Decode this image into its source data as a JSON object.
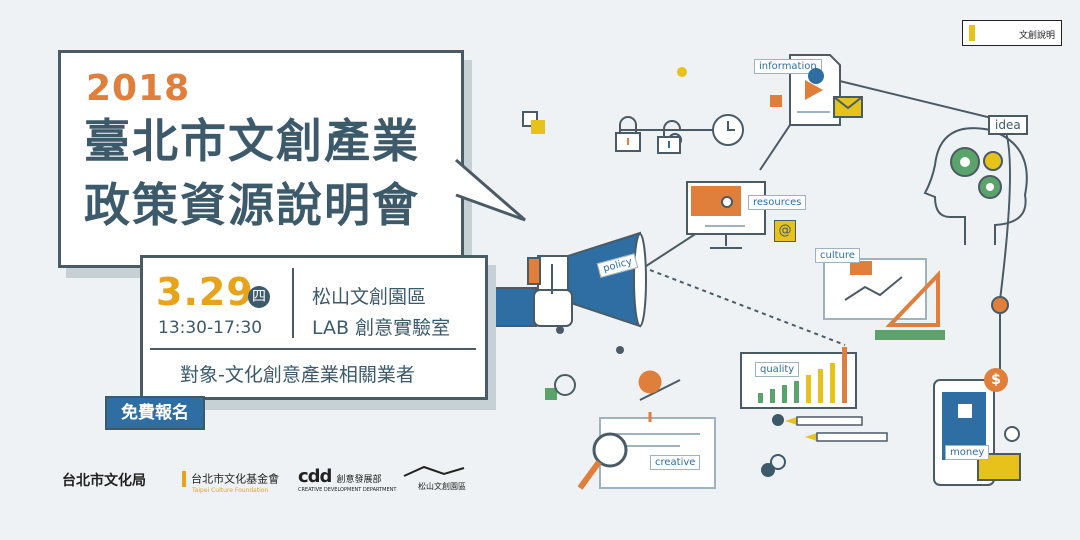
{
  "header": {
    "year": "2018",
    "title_line1": "臺北市文創產業",
    "title_line2": "政策資源說明會"
  },
  "event": {
    "date": "3.29",
    "weekday": "四",
    "time": "13:30-17:30",
    "venue_line1": "松山文創園區",
    "venue_line2": "LAB 創意實驗室",
    "audience": "對象-文化創意產業相關業者"
  },
  "cta": {
    "free_label": "免費報名"
  },
  "logos": {
    "taipei_culture_bureau": "台北市文化局",
    "taipei_culture_foundation": "台北市文化基金會",
    "foundation_en": "Taipei Culture Foundation",
    "cdd_mark": "cdd",
    "cdd_zh": "創意發展部",
    "cdd_en": "CREATIVE DEVELOPMENT DEPARTMENT",
    "songshan": "松山文創園區",
    "top_right": "文創說明"
  },
  "tags": {
    "information": "information",
    "idea": "idea",
    "resources": "resources",
    "culture": "culture",
    "quality": "quality",
    "creative": "creative",
    "money": "money",
    "policy": "policy"
  },
  "colors": {
    "primary": "#3d5a6b",
    "orange": "#e07f3c",
    "yellow": "#e6a31b",
    "blue": "#2f6ea3",
    "green": "#5aa36a",
    "background": "#eef2f4"
  },
  "icons": [
    "megaphone-icon",
    "lock-icon",
    "clock-icon",
    "monitor-icon",
    "email-icon",
    "gear-icon",
    "head-icon",
    "chart-icon",
    "ruler-icon",
    "pencil-icon",
    "magnifier-icon",
    "location-pin-icon",
    "phone-icon",
    "dollar-icon",
    "shirt-icon",
    "card-icon"
  ]
}
